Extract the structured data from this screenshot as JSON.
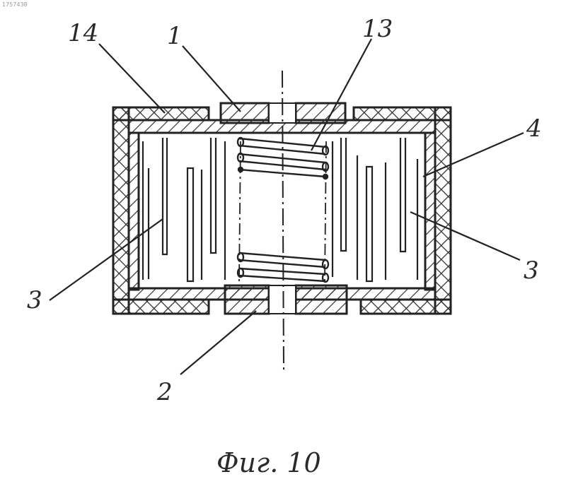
{
  "document_code": "1757438",
  "labels": {
    "l14": "14",
    "l1": "1",
    "l13": "13",
    "l4": "4",
    "l3_left": "3",
    "l3_right": "3",
    "l2": "2"
  },
  "caption": "Фиг. 10"
}
